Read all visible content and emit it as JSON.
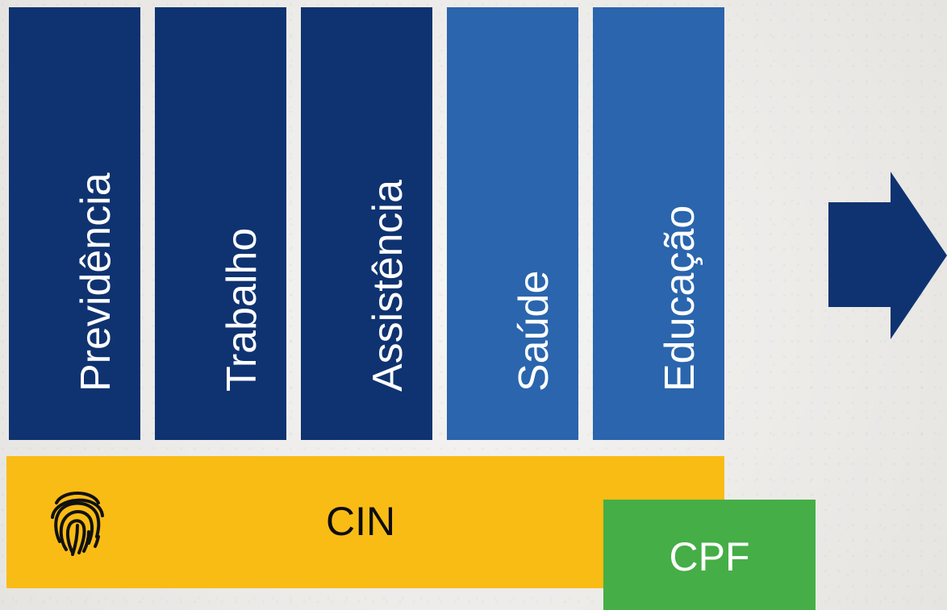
{
  "pillars": [
    {
      "label": "Previdência",
      "color": "#0f3371"
    },
    {
      "label": "Trabalho",
      "color": "#0f3371"
    },
    {
      "label": "Assistência",
      "color": "#0f3371"
    },
    {
      "label": "Saúde",
      "color": "#2a65ad"
    },
    {
      "label": "Educação",
      "color": "#2a65ad"
    }
  ],
  "base": {
    "cin_label": "CIN",
    "cin_color": "#f9bc15",
    "cin_icon": "fingerprint-icon"
  },
  "overlay": {
    "cpf_label": "CPF",
    "cpf_color": "#45ae46"
  },
  "connector": {
    "icon": "arrow-right-icon",
    "color": "#0f3371"
  }
}
